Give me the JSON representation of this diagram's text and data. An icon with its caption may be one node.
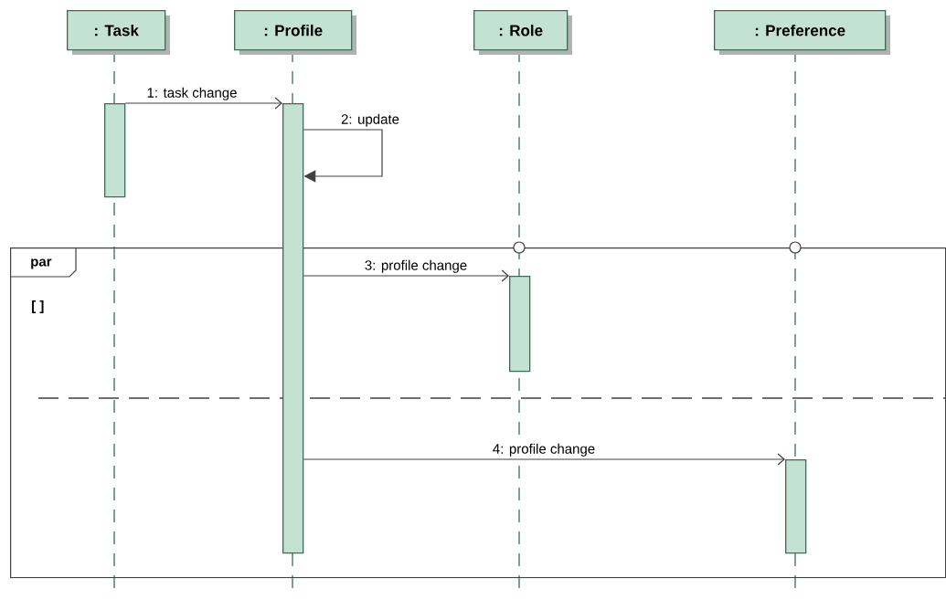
{
  "diagram": {
    "nodes": [
      {
        "text": [
          ": Task"
        ]
      },
      {
        "text": [
          ": Profile"
        ]
      },
      {
        "text": [
          ": Role"
        ]
      },
      {
        "text": [
          ": Preference"
        ]
      },
      {
        "text": [
          "par",
          "[ ]"
        ]
      },
      {
        "text": [],
        "shape": "bar"
      },
      {
        "text": [],
        "shape": "bar"
      },
      {
        "text": [],
        "shape": "bar",
        "in": 4
      },
      {
        "text": [],
        "shape": "bar",
        "in": 4
      }
    ],
    "edges": [
      {
        "from": 5,
        "to": 6,
        "arrow": "to",
        "label": "1: task change"
      },
      {
        "from": 6,
        "to": 6,
        "arrow": "to",
        "label": "2: update"
      },
      {
        "from": 6,
        "to": 7,
        "arrow": "to",
        "label": "3: profile change"
      },
      {
        "from": 6,
        "to": 8,
        "arrow": "to",
        "label": "4: profile change"
      }
    ]
  }
}
